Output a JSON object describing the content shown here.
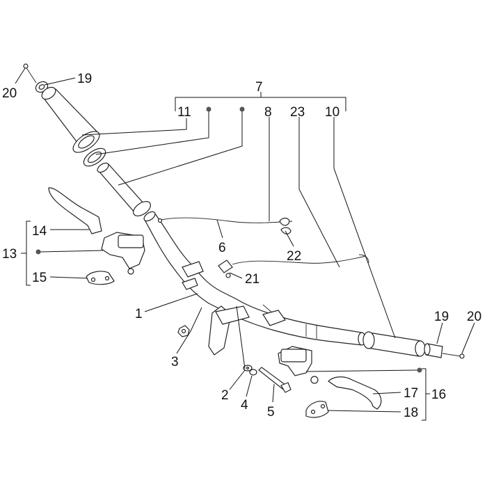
{
  "colors": {
    "ink": "#111111",
    "background": "#ffffff"
  },
  "labels": {
    "p1": "1",
    "p2": "2",
    "p3": "3",
    "p4": "4",
    "p5": "5",
    "p6": "6",
    "p7": "7",
    "p8": "8",
    "p10": "10",
    "p11": "11",
    "p13": "13",
    "p14": "14",
    "p15": "15",
    "p16": "16",
    "p17": "17",
    "p18": "18",
    "p19_left": "19",
    "p19_right": "19",
    "p20_left": "20",
    "p20_right": "20",
    "p21": "21",
    "p22": "22",
    "p23": "23"
  }
}
